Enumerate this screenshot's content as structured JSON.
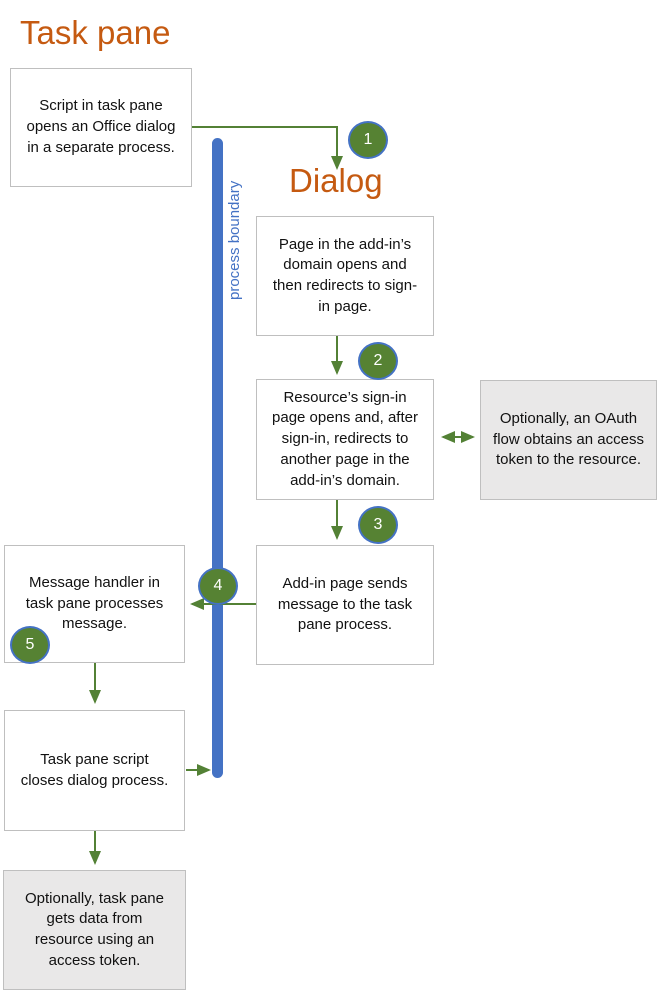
{
  "diagram": {
    "titles": {
      "task_pane": "Task pane",
      "dialog": "Dialog"
    },
    "process_boundary_label": "process boundary",
    "nodes": [
      {
        "id": "script",
        "text": "Script in task pane opens an Office dialog in a separate process.",
        "variant": "plain"
      },
      {
        "id": "page",
        "text": "Page in the add-in’s domain opens and then redirects to sign-in page.",
        "variant": "plain"
      },
      {
        "id": "resource",
        "text": "Resource’s sign-in page opens and, after sign-in, redirects to another page in the add-in’s domain.",
        "variant": "plain"
      },
      {
        "id": "oauth",
        "text": "Optionally, an OAuth flow obtains an access token to the resource.",
        "variant": "optional"
      },
      {
        "id": "addin",
        "text": "Add-in page sends message to the task pane process.",
        "variant": "plain"
      },
      {
        "id": "handler",
        "text": "Message handler in task pane processes message.",
        "variant": "plain"
      },
      {
        "id": "closes",
        "text": "Task pane script closes dialog process.",
        "variant": "plain"
      },
      {
        "id": "data",
        "text": "Optionally, task pane gets data from resource using an access token.",
        "variant": "optional"
      }
    ],
    "steps": [
      "1",
      "2",
      "3",
      "4",
      "5"
    ],
    "edges": [
      {
        "from": "script",
        "to": "page",
        "step": "1"
      },
      {
        "from": "page",
        "to": "resource",
        "step": "2"
      },
      {
        "from": "resource",
        "to": "oauth",
        "bidirectional": true
      },
      {
        "from": "resource",
        "to": "addin",
        "step": "3"
      },
      {
        "from": "addin",
        "to": "handler",
        "step": "4"
      },
      {
        "from": "handler",
        "to": "closes",
        "step": "5"
      },
      {
        "from": "closes",
        "to": "data"
      },
      {
        "from": "closes",
        "to": "process-boundary"
      }
    ],
    "colors": {
      "heading": "#C55A11",
      "arrow": "#538135",
      "step_fill": "#568233",
      "step_border": "#4472C4",
      "process_boundary": "#4472C4",
      "box_border": "#BFBFBF",
      "optional_box_fill": "#E9E8E8"
    }
  }
}
